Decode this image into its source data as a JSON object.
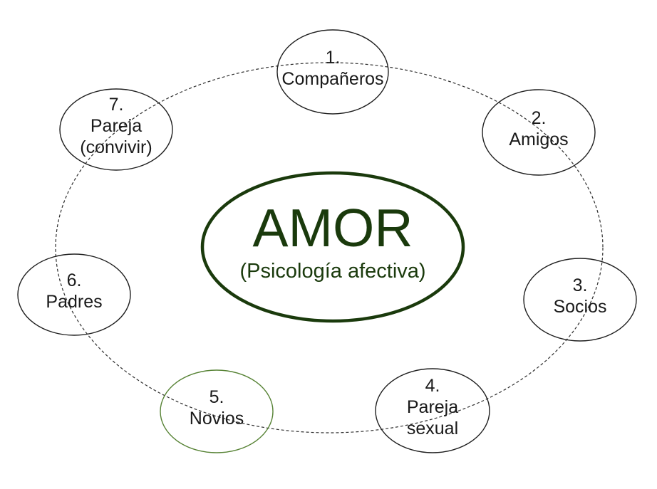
{
  "diagram": {
    "center": {
      "title": "AMOR",
      "subtitle": "(Psicología afectiva)"
    },
    "nodes": [
      {
        "number": "1.",
        "lines": [
          "Compañeros"
        ]
      },
      {
        "number": "2.",
        "lines": [
          "Amigos"
        ]
      },
      {
        "number": "3.",
        "lines": [
          "Socios"
        ]
      },
      {
        "number": "4.",
        "lines": [
          "Pareja",
          "sexual"
        ]
      },
      {
        "number": "5.",
        "lines": [
          "Novios"
        ]
      },
      {
        "number": "6.",
        "lines": [
          "Padres"
        ]
      },
      {
        "number": "7.",
        "lines": [
          "Pareja",
          "(convivir)"
        ]
      }
    ],
    "colors": {
      "background": "#ffffff",
      "center_green": "#1a3a0c",
      "novios_green": "#568234",
      "node_stroke": "#1f1f1f",
      "node_text": "#1a1a1a",
      "dashed_stroke": "#2e2e2e"
    }
  }
}
